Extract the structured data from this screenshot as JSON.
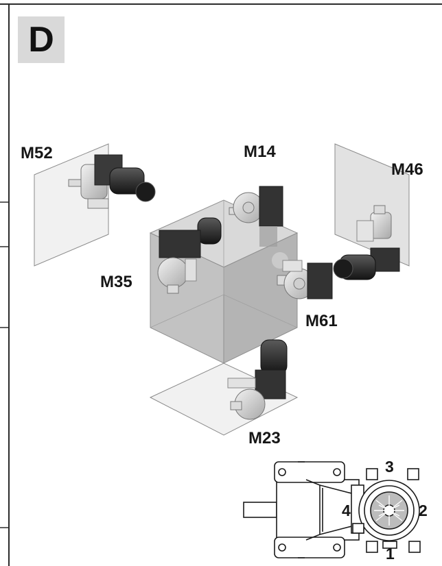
{
  "badge": {
    "letter": "D"
  },
  "positions": {
    "m52": "M52",
    "m14": "M14",
    "m46": "M46",
    "m35": "M35",
    "m61": "M61",
    "m23": "M23"
  },
  "terminal_box_positions": {
    "p1": "1",
    "p2": "2",
    "p3": "3",
    "p4": "4"
  },
  "colors": {
    "frame": "#2b2b2b",
    "panel": "#e6e6e6",
    "cube": "#bdbdbd",
    "motor_dark": "#262626",
    "gear_light": "#d2d2d2"
  }
}
